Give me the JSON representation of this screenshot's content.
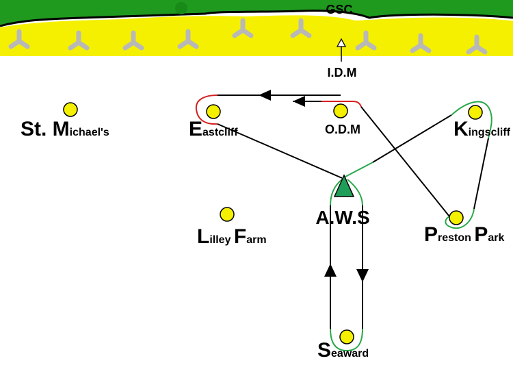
{
  "header": {
    "gsc_label": "GSC"
  },
  "markers": {
    "idm_label": "I.D.M"
  },
  "stations": {
    "st_michaels": {
      "initial": "St. M",
      "rest": "ichael's"
    },
    "eastcliff": {
      "initial": "E",
      "rest": "astcliff"
    },
    "odm": {
      "label": "O.D.M"
    },
    "kingscliff": {
      "initial": "K",
      "rest": "ingscliff"
    },
    "aws": {
      "label": "A.W.S"
    },
    "lilley_farm": {
      "initial1": "L",
      "rest1": "illey ",
      "initial2": "F",
      "rest2": "arm"
    },
    "preston_park": {
      "initial1": "P",
      "rest1": "reston ",
      "initial2": "P",
      "rest2": "ark"
    },
    "seaward": {
      "initial": "S",
      "rest": "eaward"
    }
  },
  "colors": {
    "grass": "#1f9a1f",
    "sand": "#f5f000",
    "station_fill": "#f5f000",
    "route_green": "#2aa84a",
    "route_red": "#d42020",
    "route_black": "#000000",
    "aws_triangle": "#1f9e5a",
    "tripod_grey": "#b8b8b8"
  }
}
